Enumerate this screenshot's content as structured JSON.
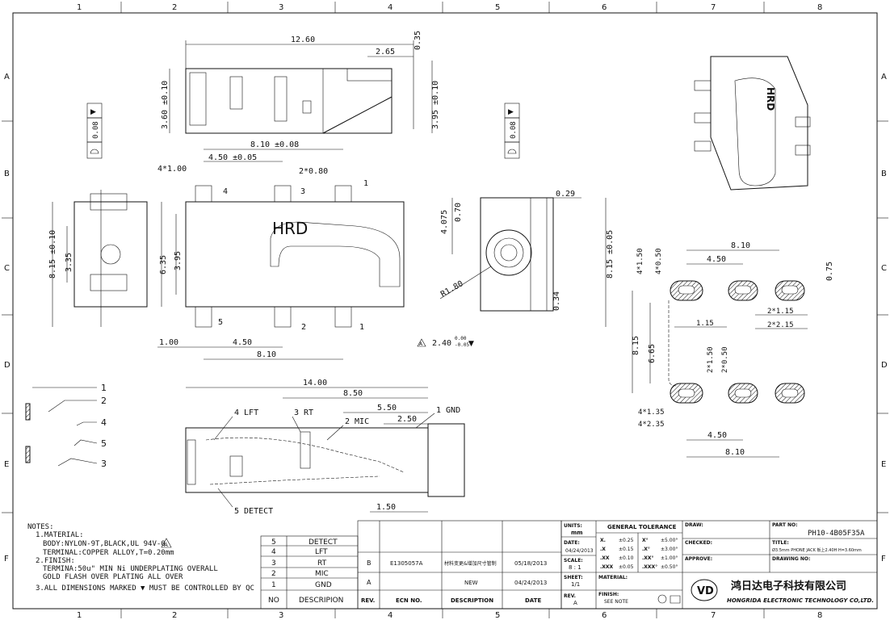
{
  "frame": {
    "cols": [
      "1",
      "2",
      "3",
      "4",
      "5",
      "6",
      "7",
      "8"
    ],
    "rows": [
      "A",
      "B",
      "C",
      "D",
      "E",
      "F"
    ]
  },
  "views": {
    "top": {
      "dims": [
        "12.60",
        "2.65",
        "0.35",
        "3.60 ±0.10",
        "3.95 ±0.10"
      ]
    },
    "front": {
      "logo": "HRD",
      "dims": [
        "8.10 ±0.08",
        "4*1.00",
        "4.50 ±0.05",
        "2*0.80",
        "6.35",
        "3.95",
        "1.00",
        "4.50",
        "8.10"
      ],
      "pins": [
        "4",
        "3",
        "1",
        "5",
        "2",
        "1"
      ]
    },
    "left": {
      "dims": [
        "0.08",
        "8.15 ±0.10",
        "3.35"
      ]
    },
    "right": {
      "dims": [
        "0.08",
        "0.29",
        "4.075",
        "0.70",
        "8.15 ±0.05",
        "R1.80",
        "0.34",
        "2.40"
      ],
      "tol_plus": "0.00",
      "tol_minus": "-0.05",
      "note_mark": "A"
    },
    "iso": {
      "logo": "HRD"
    },
    "pcb": {
      "dims": [
        "8.10",
        "4.50",
        "0.75",
        "4*1.50",
        "4*0.50",
        "2*1.15",
        "1.15",
        "2*2.15",
        "8.15",
        "6.65",
        "2*1.50",
        "2*0.50",
        "4*1.35",
        "4*2.35",
        "4.50",
        "8.10"
      ]
    },
    "bottom": {
      "dims": [
        "14.00",
        "8.50",
        "5.50",
        "2.50",
        "1.50"
      ],
      "labels": [
        "4 LFT",
        "3 RT",
        "2 MIC",
        "1 GND",
        "5 DETECT"
      ]
    },
    "schematic": {
      "labels": [
        "1",
        "2",
        "4",
        "5",
        "3"
      ]
    }
  },
  "notes": {
    "title": "NOTES:",
    "lines": [
      "1.MATERIAL:",
      "BODY:NYLON-9T,BLACK,UL 94V-0",
      "TERMINAL:COPPER ALLOY,T=0.20mm",
      "2.FINISH:",
      "TERMINA:50u\" MIN Ni UNDERPLATING OVERALL",
      "GOLD FLASH OVER PLATING ALL OVER",
      "3.ALL DIMENSIONS MARKED ▼ MUST BE CONTROLLED BY QC"
    ],
    "warn_mark": "A"
  },
  "pin_table": {
    "rows": [
      {
        "no": "5",
        "desc": "DETECT"
      },
      {
        "no": "4",
        "desc": "LFT"
      },
      {
        "no": "3",
        "desc": "RT"
      },
      {
        "no": "2",
        "desc": "MIC"
      },
      {
        "no": "1",
        "desc": "GND"
      }
    ],
    "header": {
      "no": "NO",
      "desc": "DESCRIPION"
    }
  },
  "revision_table": {
    "rows": [
      {
        "rev": "B",
        "ecn": "E1305057A",
        "desc": "材料变更&增加尺寸管制",
        "date": "05/18/2013"
      },
      {
        "rev": "A",
        "ecn": "",
        "desc": "NEW",
        "date": "04/24/2013"
      }
    ],
    "header": {
      "rev": "REV.",
      "ecn": "ECN NO.",
      "desc": "DESCRIPTION",
      "date": "DATE"
    }
  },
  "title_block": {
    "units_label": "UNITS:",
    "units": "mm",
    "date_label": "DATE:",
    "date": "04/24/2013",
    "scale_label": "SCALE:",
    "scale": "8 : 1",
    "sheet_label": "SHEET:",
    "sheet": "1/1",
    "rev_label": "REV.",
    "rev": "A",
    "tolerance_title": "GENERAL TOLERANCE",
    "tolerance": [
      {
        "a": "X.",
        "b": "±0.25",
        "c": "X°",
        "d": "±5.00°"
      },
      {
        "a": ".X",
        "b": "±0.15",
        "c": ".X°",
        "d": "±3.00°"
      },
      {
        "a": ".XX",
        "b": "±0.10",
        "c": ".XX°",
        "d": "±1.00°"
      },
      {
        "a": ".XXX",
        "b": "±0.05",
        "c": ".XXX°",
        "d": "±0.50°"
      }
    ],
    "material_label": "MATERIAL:",
    "finish_label": "FINISH:",
    "finish": "SEE NOTE",
    "draw_label": "DRAW:",
    "checked_label": "CHECKED:",
    "approve_label": "APPROVE:",
    "partno_label": "PART NO:",
    "partno": "PH10-4B05F35A",
    "title_label": "TITLE:",
    "title": "Ø3.5mm PHONE JACK 板上2.40H H=3.60mm",
    "drawingno_label": "DRAWING NO:",
    "company_cn": "鸿日达电子科技有限公司",
    "company_en": "HONGRIDA ELECTRONIC TECHNOLOGY CO,LTD."
  }
}
